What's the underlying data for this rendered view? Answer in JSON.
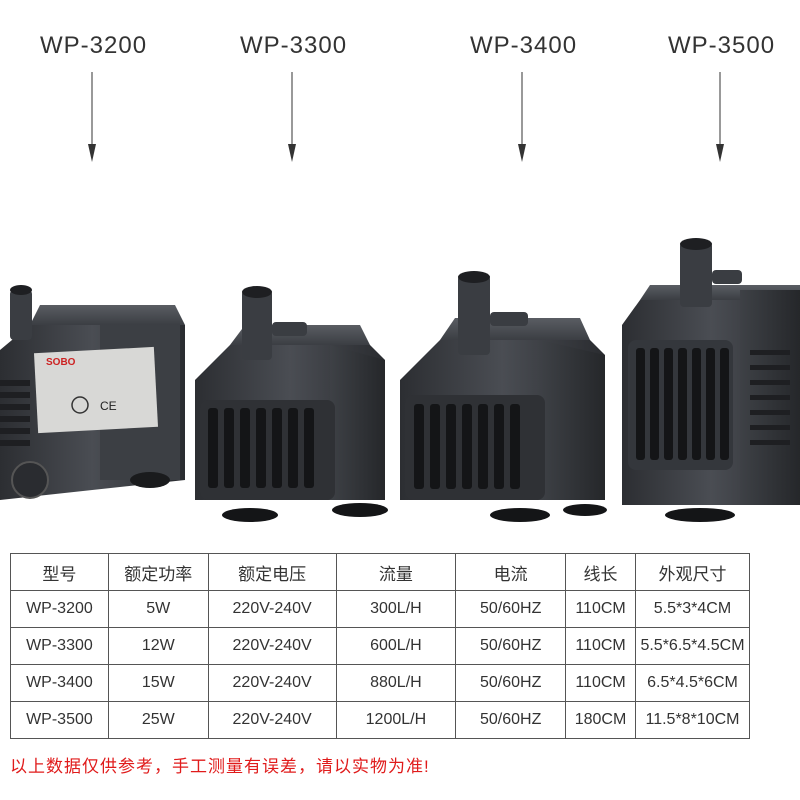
{
  "models": [
    {
      "label": "WP-3200",
      "brand": "SOBO",
      "mark": "CE"
    },
    {
      "label": "WP-3300"
    },
    {
      "label": "WP-3400"
    },
    {
      "label": "WP-3500"
    }
  ],
  "table": {
    "headers": [
      "型号",
      "额定功率",
      "额定电压",
      "流量",
      "电流",
      "线长",
      "外观尺寸"
    ],
    "rows": [
      [
        "WP-3200",
        "5W",
        "220V-240V",
        "300L/H",
        "50/60HZ",
        "110CM",
        "5.5*3*4CM"
      ],
      [
        "WP-3300",
        "12W",
        "220V-240V",
        "600L/H",
        "50/60HZ",
        "110CM",
        "5.5*6.5*4.5CM"
      ],
      [
        "WP-3400",
        "15W",
        "220V-240V",
        "880L/H",
        "50/60HZ",
        "110CM",
        "6.5*4.5*6CM"
      ],
      [
        "WP-3500",
        "25W",
        "220V-240V",
        "1200L/H",
        "50/60HZ",
        "180CM",
        "11.5*8*10CM"
      ]
    ]
  },
  "note": "以上数据仅供参考，手工测量有误差，请以实物为准!",
  "colors": {
    "note": "#e01b1b",
    "pump_body": "#3a3d42",
    "pump_dark": "#1e1f22"
  }
}
